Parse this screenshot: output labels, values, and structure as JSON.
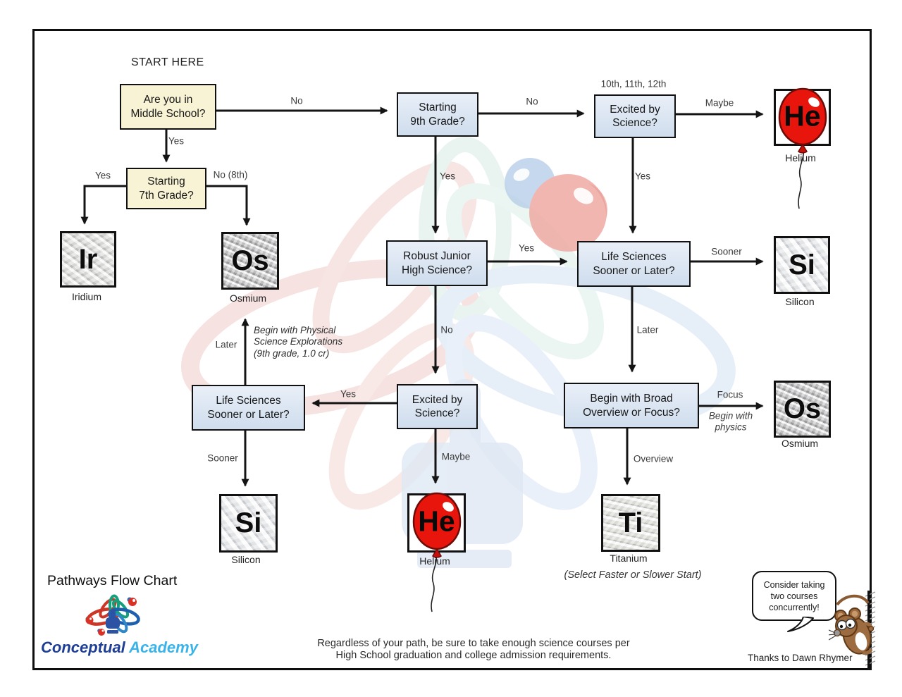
{
  "title": "Pathways Flow Chart",
  "start_here": "START HERE",
  "brand": {
    "word1": "Conceptual",
    "word2": "Academy"
  },
  "nodes": {
    "middle_school": {
      "l1": "Are you in",
      "l2": "Middle School?"
    },
    "ninth_grade": {
      "l1": "Starting",
      "l2": "9th Grade?"
    },
    "excited_top": {
      "l1": "Excited by",
      "l2": "Science?",
      "above": "10th, 11th, 12th"
    },
    "seventh_grade": {
      "l1": "Starting",
      "l2": "7th Grade?"
    },
    "robust": {
      "l1": "Robust Junior",
      "l2": "High Science?"
    },
    "life_sciences_right": {
      "l1": "Life Sciences",
      "l2": "Sooner or Later?"
    },
    "life_sciences_left": {
      "l1": "Life Sciences",
      "l2": "Sooner or Later?"
    },
    "excited_mid": {
      "l1": "Excited by",
      "l2": "Science?"
    },
    "broad_overview": {
      "l1": "Begin with Broad",
      "l2": "Overview or Focus?"
    }
  },
  "labels": {
    "no1": "No",
    "yes1": "Yes",
    "yes2": "Yes",
    "no_8th": "No (8th)",
    "yes_9th": "Yes",
    "no2": "No",
    "maybe1": "Maybe",
    "yes_excited": "Yes",
    "yes_robust": "Yes",
    "no_robust": "No",
    "later_right": "Later",
    "sooner_right": "Sooner",
    "yes_mid": "Yes",
    "maybe2": "Maybe",
    "later_left": "Later",
    "sooner_left": "Sooner",
    "focus": "Focus",
    "overview": "Overview",
    "begin_physics_l1": "Begin with",
    "begin_physics_l2": "physics",
    "ann_l1": "Begin with Physical",
    "ann_l2": "Science Explorations",
    "ann_l3": "(9th grade, 1.0 cr)"
  },
  "tiles": {
    "iridium": {
      "symbol": "Ir",
      "name": "Iridium"
    },
    "osmium_top": {
      "symbol": "Os",
      "name": "Osmium"
    },
    "silicon_right": {
      "symbol": "Si",
      "name": "Silicon"
    },
    "osmium_bottom": {
      "symbol": "Os",
      "name": "Osmium"
    },
    "silicon_bottom": {
      "symbol": "Si",
      "name": "Silicon"
    },
    "titanium": {
      "symbol": "Ti",
      "name": "Titanium",
      "note": "(Select Faster or Slower Start)"
    },
    "helium_top": {
      "symbol": "He",
      "name": "Helium"
    },
    "helium_bottom": {
      "symbol": "He",
      "name": "Helium"
    }
  },
  "footer": {
    "note_l1": "Regardless of your path, be sure to take enough science courses per",
    "note_l2": "High School graduation and college admission requirements.",
    "thanks": "Thanks to Dawn Rhymer"
  },
  "bubble": {
    "l1": "Consider taking",
    "l2": "two courses",
    "l3": "concurrently!"
  },
  "colors": {
    "cream_box": "#f8f3d4",
    "blue_box": "#d9e4f2",
    "balloon_red": "#e8150d",
    "brand_dark": "#1d3e94",
    "brand_light": "#3ab3e8"
  }
}
